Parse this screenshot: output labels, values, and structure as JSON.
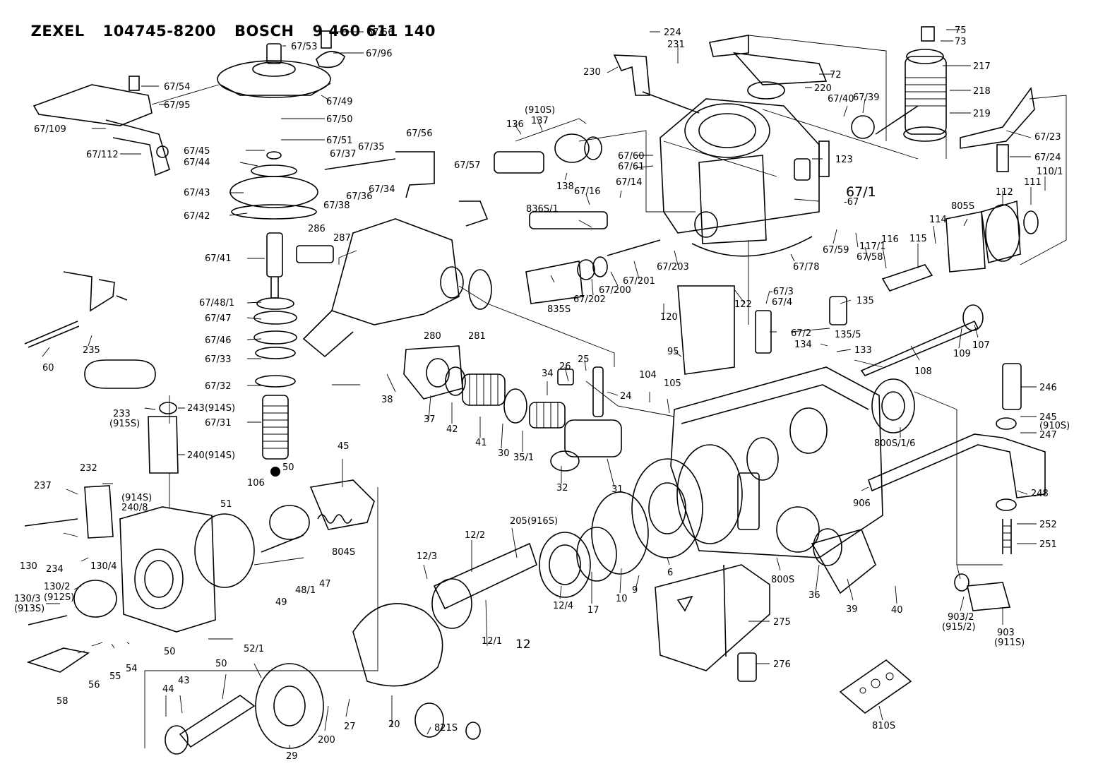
{
  "header": {
    "brand1": "ZEXEL",
    "part1": "104745-8200",
    "brand2": "BOSCH",
    "part2": "9 460 611 140"
  },
  "labels": [
    "67/56",
    "67/53",
    "67/96",
    "67/54",
    "67/95",
    "67/49",
    "67/109",
    "67/50",
    "67/51",
    "67/112",
    "67/45",
    "67/44",
    "67/43",
    "67/42",
    "67/41",
    "67/48/1",
    "67/47",
    "67/46",
    "67/33",
    "67/32",
    "67/31",
    "67/37",
    "67/35",
    "67/38",
    "67/36",
    "67/34",
    "67/56",
    "67/57",
    "286",
    "287",
    "280",
    "281",
    "60",
    "235",
    "233",
    "(915S)",
    "243(914S)",
    "240(914S)",
    "50",
    "232",
    "237",
    "(914S)",
    "240/8",
    "234",
    "130",
    "130/4",
    "130/2",
    "(912S)",
    "130/3",
    "(913S)",
    "50",
    "51",
    "106",
    "45",
    "49",
    "48/1",
    "47",
    "804S",
    "58",
    "56",
    "55",
    "54",
    "44",
    "43",
    "50",
    "52/1",
    "29",
    "200",
    "27",
    "20",
    "821S",
    "12/3",
    "12/2",
    "12/1",
    "12",
    "205(916S)",
    "12/4",
    "17",
    "10",
    "9",
    "6",
    "38",
    "37",
    "42",
    "41",
    "30",
    "35/1",
    "34",
    "26",
    "25",
    "24",
    "32",
    "31",
    "136",
    "(910S)",
    "137",
    "138",
    "67/16",
    "836S/1",
    "67/14",
    "835S",
    "67/202",
    "67/200",
    "67/201",
    "224",
    "231",
    "230",
    "67/60",
    "67/61",
    "72",
    "220",
    "67/40",
    "67/39",
    "123",
    "67/1",
    "-67",
    "67/203",
    "67/78",
    "122",
    "-67/3",
    "67/4",
    "135",
    "120",
    "95",
    "67/2",
    "135/5",
    "134",
    "133",
    "104",
    "105",
    "75",
    "73",
    "217",
    "218",
    "219",
    "67/23",
    "67/24",
    "110/1",
    "111",
    "112",
    "805S",
    "114",
    "115",
    "116",
    "117/1",
    "67/58",
    "67/59",
    "108",
    "109",
    "107",
    "246",
    "245",
    "(910S)",
    "247",
    "248",
    "252",
    "251",
    "800S/1/6",
    "906",
    "800S",
    "36",
    "39",
    "40",
    "903/2",
    "(915/2)",
    "903",
    "(911S)",
    "275",
    "276",
    "810S"
  ]
}
